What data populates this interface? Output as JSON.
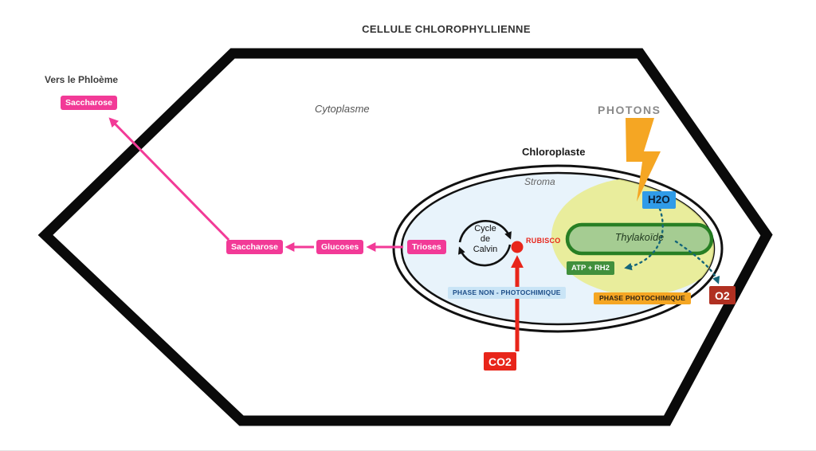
{
  "title": "CELLULE CHLOROPHYLLIENNE",
  "labels": {
    "vers_phloeme": "Vers le Phloème",
    "cytoplasme": "Cytoplasme",
    "photons": "PHOTONS",
    "chloroplaste": "Chloroplaste",
    "stroma": "Stroma",
    "thylakoide": "Thylakoïde",
    "cycle_calvin": "Cycle\nde\nCalvin",
    "rubisco": "RUBISCO"
  },
  "badges": {
    "saccharose_phloeme": "Saccharose",
    "saccharose": "Saccharose",
    "glucoses": "Glucoses",
    "trioses": "Trioses",
    "h2o": "H2O",
    "atp_rh2": "ATP + RH2",
    "phase_non_photochimique": "PHASE NON - PHOTOCHIMIQUE",
    "phase_photochimique": "PHASE PHOTOCHIMIQUE",
    "o2": "O2",
    "co2": "CO2"
  },
  "colors": {
    "pink": "#F23A97",
    "red": "#E8251A",
    "dark_red": "#B03021",
    "orange": "#F5A623",
    "blue": "#2F9BE8",
    "light_blue_badge": "#C9E4F6",
    "green_badge": "#41903C",
    "thylakoid_green": "#1E7A1E",
    "teal_arrow": "#15667A",
    "stroma_fill": "#E8F3FB",
    "photochemical_zone": "#E9EB8B",
    "cell_wall": "#0a0a0a"
  }
}
